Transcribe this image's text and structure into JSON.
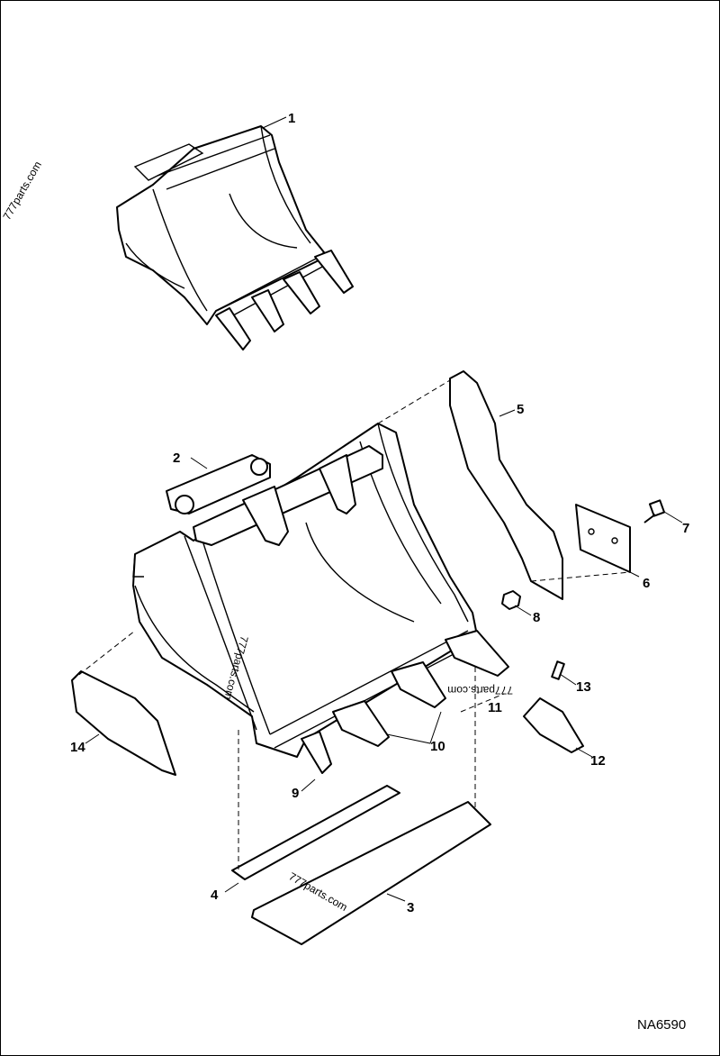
{
  "drawing_code": "NA6590",
  "watermarks": [
    "777parts.com",
    "777parts.com",
    "777parts.com",
    "777parts.com"
  ],
  "callouts": [
    "1",
    "2",
    "3",
    "4",
    "5",
    "6",
    "7",
    "8",
    "9",
    "10",
    "11",
    "12",
    "13",
    "14"
  ]
}
